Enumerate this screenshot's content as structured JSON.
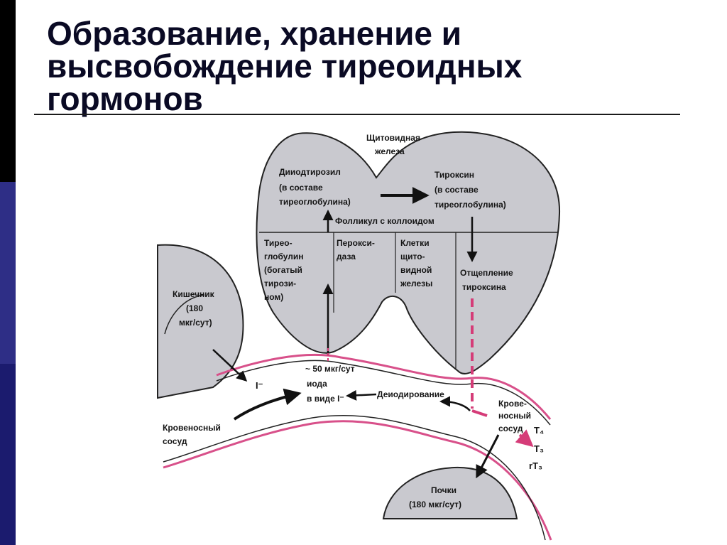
{
  "slide": {
    "title": "Образование, хранение и\nвысвобождение тиреоидных\nгормонов",
    "colors": {
      "accent_band_top": "#000000",
      "accent_band_bottom": "#1b1b6e",
      "organ_fill": "#c9c9cf",
      "vessel_pink": "#d8508a",
      "arrow_pink": "#d53c78"
    }
  },
  "diagram": {
    "thyroid_label": [
      "Щитовидная",
      "железа"
    ],
    "diiodotyrosine": [
      "Дииодтирозил",
      "(в составе",
      "тиреоглобулина)"
    ],
    "thyroxine": [
      "Тироксин",
      "(в составе",
      "тиреоглобулина)"
    ],
    "follicle": "Фолликул с коллоидом",
    "thyroglobulin": [
      "Тирео-",
      "глобулин",
      "(богатый",
      "тирози-",
      "ном)"
    ],
    "peroxidase": [
      "Перокси-",
      "даза"
    ],
    "thyroid_cells": [
      "Клетки",
      "щито-",
      "видной",
      "железы"
    ],
    "thyroxine_cleavage": [
      "Отщепление",
      "тироксина"
    ],
    "intestine": [
      "Кишечник",
      "(180",
      "мкг/сут)"
    ],
    "iodide": "I⁻",
    "iodine_pool": [
      "~ 50 мкг/сут",
      "иода",
      "в виде I⁻"
    ],
    "deiodination": "Деиодирование",
    "blood_vessel_right": [
      "Крове-",
      "носный",
      "сосуд"
    ],
    "blood_vessel_left": [
      "Кровеносный",
      "сосуд"
    ],
    "hormones": [
      "T₄",
      "T₃",
      "rT₃"
    ],
    "kidneys": [
      "Почки",
      "(180 мкг/сут)"
    ]
  }
}
